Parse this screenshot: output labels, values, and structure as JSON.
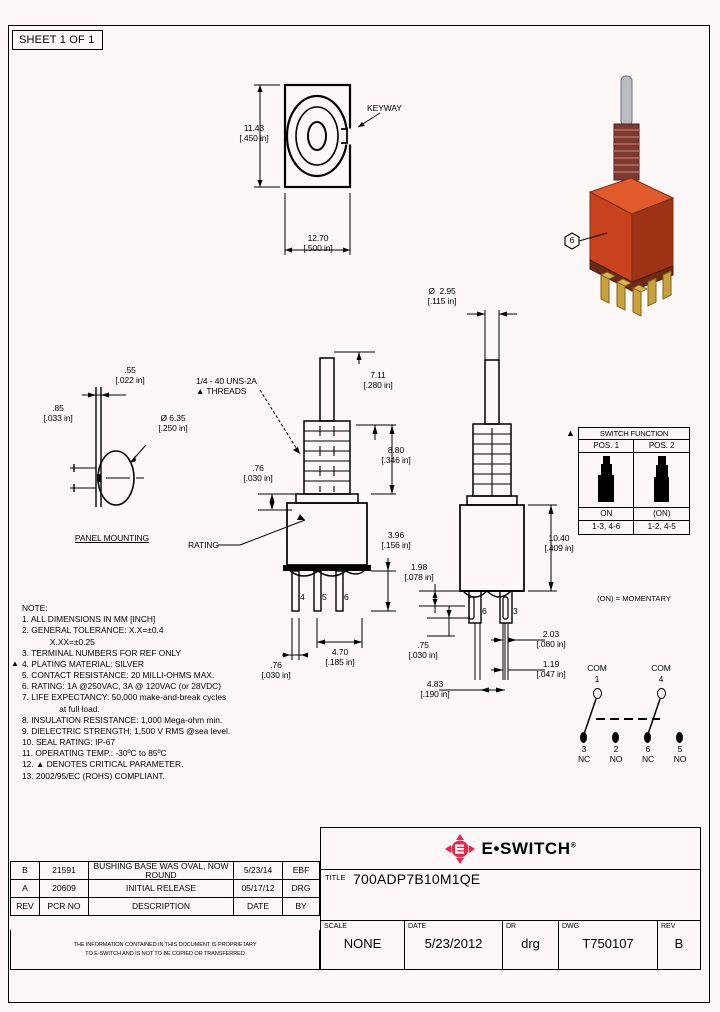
{
  "sheet": {
    "label": "SHEET 1 OF 1"
  },
  "top_view": {
    "height_dim": "11.43\n[.450 in]",
    "width_dim": "12.70\n[.500 in]",
    "keyway_label": "KEYWAY"
  },
  "panel_mounting": {
    "title": "PANEL MOUNTING",
    "thickness_dim": ".55\n[.022 in]",
    "offset_dim": ".85\n[.033 in]",
    "hole_dim": "Ø 6.35\n[.250 in]"
  },
  "front_view": {
    "thread_note": "1/4 - 40 UNS-2A\n▲ THREADS",
    "bushing_dim": "7.11\n[.280 in]",
    "thread_len_dim": "8.80\n[.346 in]",
    "washer_dim": ".76\n[.030 in]",
    "base_dim": "3.96\n[.156 in]",
    "pitch_dim": "4.70\n[.185 in]",
    "term_w_dim": ".76\n[.030 in]",
    "rating_label": "RATING",
    "terminals": [
      "4",
      "5",
      "6"
    ]
  },
  "side_view": {
    "actuator_dia_dim": "Ø  2.95\n[.115 in]",
    "body_height_dim": "10.40\n[.409 in]",
    "term_offset_dim": "1.98\n[.078 in]",
    "term_gap_dim": ".75\n[.030 in]",
    "term_thick_dim": "2.03\n[.080 in]",
    "term_thin_dim": "1.19\n[.047 in]",
    "row_spacing_dim": "4.83\n[.190 in]",
    "terminals": [
      "6",
      "3"
    ]
  },
  "iso_view": {
    "balloon": "6"
  },
  "switch_function": {
    "title": "SWITCH FUNCTION",
    "flag": "▲",
    "columns": [
      "POS. 1",
      "POS. 2"
    ],
    "states": [
      "ON",
      "(ON)"
    ],
    "circuits": [
      "1-3, 4-6",
      "1-2, 4-5"
    ],
    "footnote": "(ON) = MOMENTARY"
  },
  "schematic": {
    "com_labels": [
      "COM",
      "COM"
    ],
    "com_numbers": [
      "1",
      "4"
    ],
    "terminal_numbers": [
      "3",
      "2",
      "6",
      "5"
    ],
    "terminal_types": [
      "NC",
      "NO",
      "NC",
      "NO"
    ]
  },
  "notes": {
    "heading": "NOTE:",
    "items": [
      "1. ALL DIMENSIONS IN MM [INCH]",
      "2. GENERAL TOLERANCE: X.X=±0.4",
      "            X.XX=±0.25",
      "3. TERMINAL NUMBERS FOR REF ONLY",
      "4. PLATING MATERIAL: SILVER",
      "5. CONTACT RESISTANCE: 20 MILLI-OHMS MAX.",
      "6. RATING: 1A @250VAC, 3A @ 120VAC (or 28VDC)",
      "7. LIFE EXPECTANCY: 50,000 make-and-break cycles",
      "                at full load.",
      "8. INSULATION RESISTANCE: 1,000 Mega-ohm min.",
      "9. DIELECTRIC STRENGTH: 1,500 V RMS @sea level.",
      "10. SEAL RATING: IP-67",
      "11. OPERATING TEMP.: -30ºC to 85ºC",
      "12. ▲ DENOTES CRITICAL PARAMETER.",
      "13. 2002/95/EC (ROHS) COMPLIANT."
    ],
    "flag_item_index": 4
  },
  "revision_table": {
    "rows": [
      {
        "rev": "B",
        "pcr": "21591",
        "description": "BUSHING BASE WAS OVAL, NOW ROUND",
        "date": "5/23/14",
        "by": "EBF"
      },
      {
        "rev": "A",
        "pcr": "20609",
        "description": "INITIAL RELEASE",
        "date": "05/17/12",
        "by": "DRG"
      }
    ],
    "headers": {
      "rev": "REV",
      "pcr": "PCR NO",
      "description": "DESCRIPTION",
      "date": "DATE",
      "by": "BY"
    }
  },
  "proprietary_notice": {
    "line1": "THE INFORMATION CONTAINED IN THIS DOCUMENT IS PROPRIETARY",
    "line2": "TO E-SWITCH AND IS NOT TO BE COPIED OR TRANSFERRED"
  },
  "title_block": {
    "company": "E•SWITCH",
    "trademark": "®",
    "title_label": "TITLE",
    "title_value": "700ADP7B10M1QE",
    "scale_label": "SCALE",
    "scale_value": "NONE",
    "date_label": "DATE",
    "date_value": "5/23/2012",
    "dr_label": "DR",
    "dr_value": "drg",
    "dwg_label": "DWG",
    "dwg_value": "T750107",
    "rev_label": "REV",
    "rev_value": "B"
  },
  "colors": {
    "brand_red": "#e8274b",
    "body_red": "#c0392b",
    "terminal_gold": "#b8860b"
  }
}
